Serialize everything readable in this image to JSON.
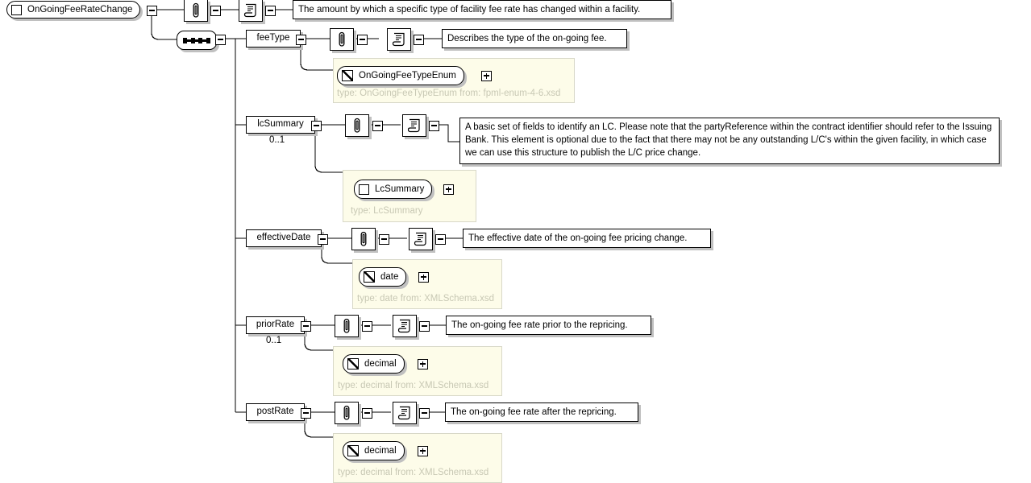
{
  "diagram": {
    "kind": "xml-schema-element-diagram",
    "root": {
      "name": "OnGoingFeeRateChange",
      "icon": "complex-type-square-icon",
      "documentation": "The amount by which a specific type of facility fee rate has changed within a facility.",
      "compositor": "sequence"
    },
    "icons": {
      "attribute": "paperclip-icon",
      "documentation": "scroll-document-icon",
      "expand": "expand-plus-icon",
      "collapse": "collapse-minus-icon",
      "sequence": "sequence-compositor-icon"
    },
    "children": [
      {
        "name": "feeType",
        "cardinality": "",
        "documentation": "Describes the type of the on-going fee.",
        "type_name": "OnGoingFeeTypeEnum",
        "type_icon": "simple-type-pencil-icon",
        "type_label": "type: OnGoingFeeTypeEnum from: fpml-enum-4-6.xsd"
      },
      {
        "name": "lcSummary",
        "cardinality": "0..1",
        "documentation": "A basic set of fields to identify an LC. Please note that the partyReference within the contract identifier should refer to the Issuing Bank. This element is optional due to the fact that there may not be any outstanding L/C's within the given facility, in which case we can use this structure to publish the L/C price change.",
        "type_name": "LcSummary",
        "type_icon": "complex-type-square-icon",
        "type_label": "type: LcSummary"
      },
      {
        "name": "effectiveDate",
        "cardinality": "",
        "documentation": "The effective date of the on-going fee pricing change.",
        "type_name": "date",
        "type_icon": "simple-type-pencil-icon",
        "type_label": "type: date from: XMLSchema.xsd"
      },
      {
        "name": "priorRate",
        "cardinality": "0..1",
        "documentation": "The on-going fee rate prior to the repricing.",
        "type_name": "decimal",
        "type_icon": "simple-type-pencil-icon",
        "type_label": "type: decimal from: XMLSchema.xsd"
      },
      {
        "name": "postRate",
        "cardinality": "",
        "documentation": "The on-going fee rate after the repricing.",
        "type_name": "decimal",
        "type_icon": "simple-type-pencil-icon",
        "type_label": "type: decimal from: XMLSchema.xsd"
      }
    ],
    "colors": {
      "background": "#ffffff",
      "line": "#000000",
      "shadow": "#c0c0c0",
      "type_panel_bg": "#fdfce9",
      "type_panel_border": "#d8d8c8",
      "type_label_text": "#c8c8b4"
    }
  }
}
